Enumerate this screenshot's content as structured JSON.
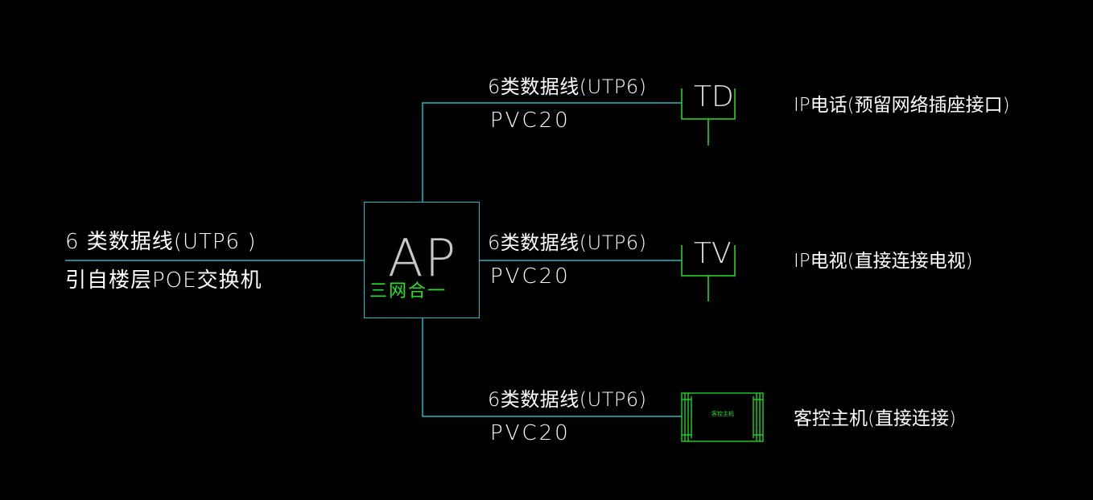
{
  "colors": {
    "background": "#000000",
    "cable": "#1fb8c8",
    "device": "#22e322",
    "text": "#ffffff"
  },
  "input": {
    "cable": "6 类数据线(UTP6 )",
    "source": "引自楼层POE交换机"
  },
  "ap": {
    "label": "AP",
    "sublabel": "三网合一"
  },
  "branches": [
    {
      "cable": "6类数据线(UTP6)",
      "conduit": "PVC20",
      "device_label": "TD",
      "description": "IP电话(预留网络插座接口)"
    },
    {
      "cable": "6类数据线(UTP6)",
      "conduit": "PVC20",
      "device_label": "TV",
      "description": "IP电视(直接连接电视)"
    },
    {
      "cable": "6类数据线(UTP6)",
      "conduit": "PVC20",
      "device_label": "客控主机",
      "description": "客控主机(直接连接)"
    }
  ]
}
